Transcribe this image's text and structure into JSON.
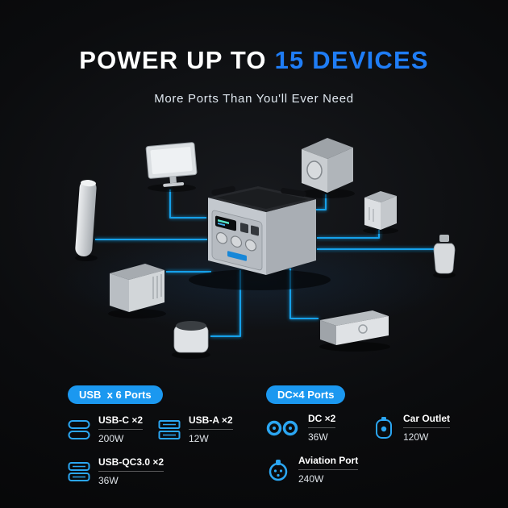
{
  "header": {
    "title_prefix": "POWER UP TO ",
    "title_highlight": "15 DEVICES",
    "subtitle": "More Ports Than You'll Ever Need"
  },
  "usb_section": {
    "badge": "USB  x 6 Ports",
    "items": [
      {
        "icon": "usb-c-ports-icon",
        "label": "USB-C ×2",
        "power": "200W"
      },
      {
        "icon": "usb-a-ports-icon",
        "label": "USB-A ×2",
        "power": "12W"
      },
      {
        "icon": "usb-qc-ports-icon",
        "label": "USB-QC3.0 ×2",
        "power": "36W"
      }
    ]
  },
  "dc_section": {
    "badge": "DC×4 Ports",
    "items": [
      {
        "icon": "dc-ports-icon",
        "label": "DC ×2",
        "power": "36W"
      },
      {
        "icon": "car-outlet-icon",
        "label": "Car Outlet",
        "power": "120W"
      },
      {
        "icon": "aviation-port-icon",
        "label": "Aviation Port",
        "power": "240W"
      }
    ]
  },
  "illustration": {
    "center_device": "portable-power-station",
    "connected_devices": [
      "monitor",
      "cube-appliance",
      "tube-light",
      "small-box-appliance",
      "sprayer-bottle",
      "microwave",
      "kettle",
      "light-bar"
    ]
  },
  "colors": {
    "accent_blue": "#1F7DF6",
    "badge_blue": "#1B98F0",
    "line_blue": "#18A9F6",
    "background": "#0B0C0E"
  }
}
